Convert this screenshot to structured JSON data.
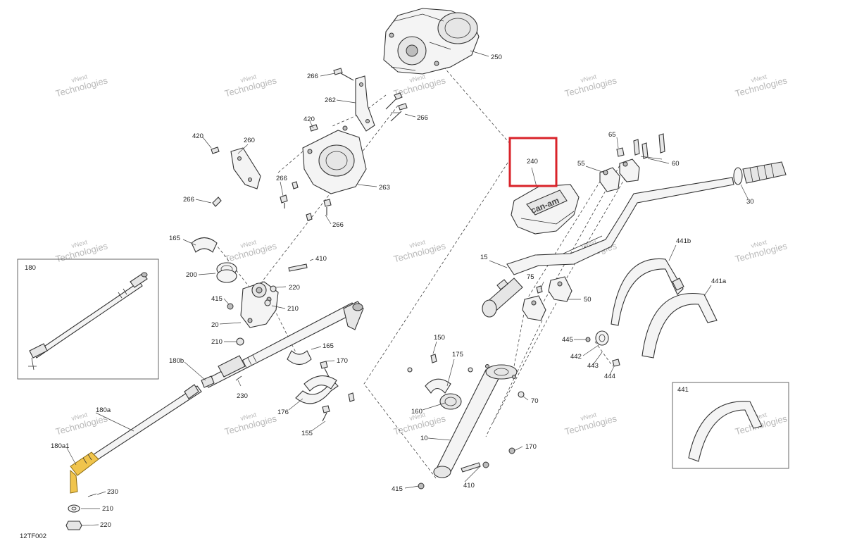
{
  "diagram_code": "12TF002",
  "highlighted_label": "240",
  "watermark_lines": [
    "vNext",
    "Technologies"
  ],
  "colors": {
    "highlight": "#d9232a",
    "line": "#333333",
    "part_fill": "#f4f4f4",
    "accent_part": "#f0c44c"
  },
  "labels": {
    "l250": "250",
    "l266a": "266",
    "l262": "262",
    "l266b": "266",
    "l420a": "420",
    "l420b": "420",
    "l260": "260",
    "l266c": "266",
    "l266d": "266",
    "l263": "263",
    "l266e": "266",
    "l165a": "165",
    "l410a": "410",
    "l200": "200",
    "l220a": "220",
    "l415a": "415",
    "l210a": "210",
    "l20": "20",
    "l210b": "210",
    "l165b": "165",
    "l180": "180",
    "l180b": "180b",
    "l170a": "170",
    "l230a": "230",
    "l176": "176",
    "l155": "155",
    "l180a": "180a",
    "l180a1": "180a1",
    "l230b": "230",
    "l210c": "210",
    "l220b": "220",
    "l240": "240",
    "l65": "65",
    "l55": "55",
    "l60": "60",
    "l30": "30",
    "l15": "15",
    "l75": "75",
    "l50": "50",
    "l441b": "441b",
    "l441a": "441a",
    "l445": "445",
    "l442": "442",
    "l443": "443",
    "l444": "444",
    "l150": "150",
    "l175": "175",
    "l160": "160",
    "l70": "70",
    "l10": "10",
    "l170b": "170",
    "l410b": "410",
    "l415b": "415",
    "l441": "441"
  }
}
